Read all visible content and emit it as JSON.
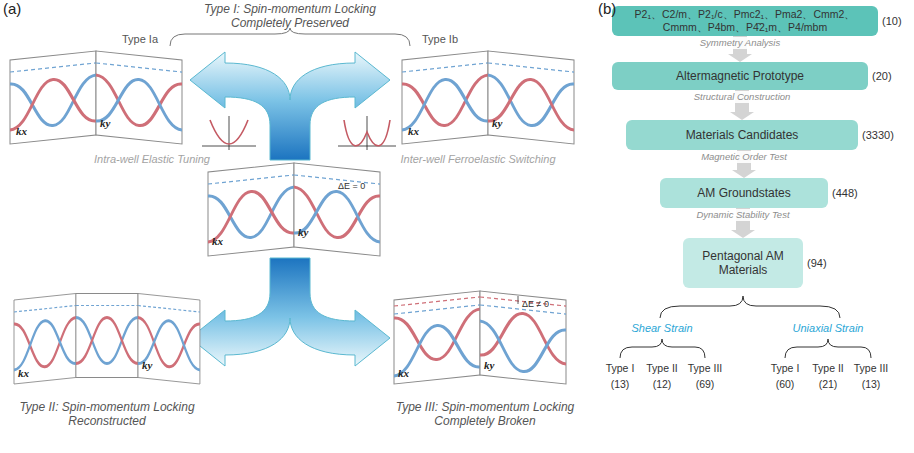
{
  "diagram": {
    "nodes": [
      {
        "text": [
          "P2₁、C2/m、P2₁/c、Pmc2₁、Pma2、Cmm2、Cmmm、P4bm、P4̄2₁m、P4/mbm",
          "(10)"
        ]
      },
      {
        "text": [
          "Altermagnetic Prototype",
          "(20)"
        ]
      },
      {
        "text": [
          "Materials Candidates",
          "(3330)"
        ]
      },
      {
        "text": [
          "AM Groundstates",
          "(448)"
        ]
      },
      {
        "text": [
          "Pentagonal AM Materials",
          "(94)"
        ]
      }
    ],
    "edges": [
      {
        "from": 0,
        "to": 1,
        "arrow": "to",
        "label": "Symmetry Analysis"
      },
      {
        "from": 1,
        "to": 2,
        "arrow": "to",
        "label": "Structural Construction"
      },
      {
        "from": 2,
        "to": 3,
        "arrow": "to",
        "label": "Magnetic Order Test"
      },
      {
        "from": 3,
        "to": 4,
        "arrow": "to",
        "label": "Dynamic Stability Test"
      }
    ],
    "labels": [
      "(a)",
      "Type I: Spin-momentum Locking Completely Preserved",
      "Type Ia",
      "Type Ib",
      "kx",
      "ky",
      "kx",
      "ky",
      "Intra-well Elastic Tuning",
      "Inter-well Ferroelastic Switching",
      "kx",
      "ky",
      "ΔE = 0",
      "kx",
      "ky",
      "Type II: Spin-momentum Locking Reconstructed",
      "kx",
      "ky",
      "ΔE ≠ 0",
      "Type III: Spin-momentum Locking Completely Broken",
      "(b)",
      "Shear Strain",
      "Uniaxial Strain",
      "Type I",
      "(13)",
      "Type II",
      "(12)",
      "Type III",
      "(69)",
      "Type I",
      "(60)",
      "Type II",
      "(21)",
      "Type III",
      "(13)"
    ]
  }
}
